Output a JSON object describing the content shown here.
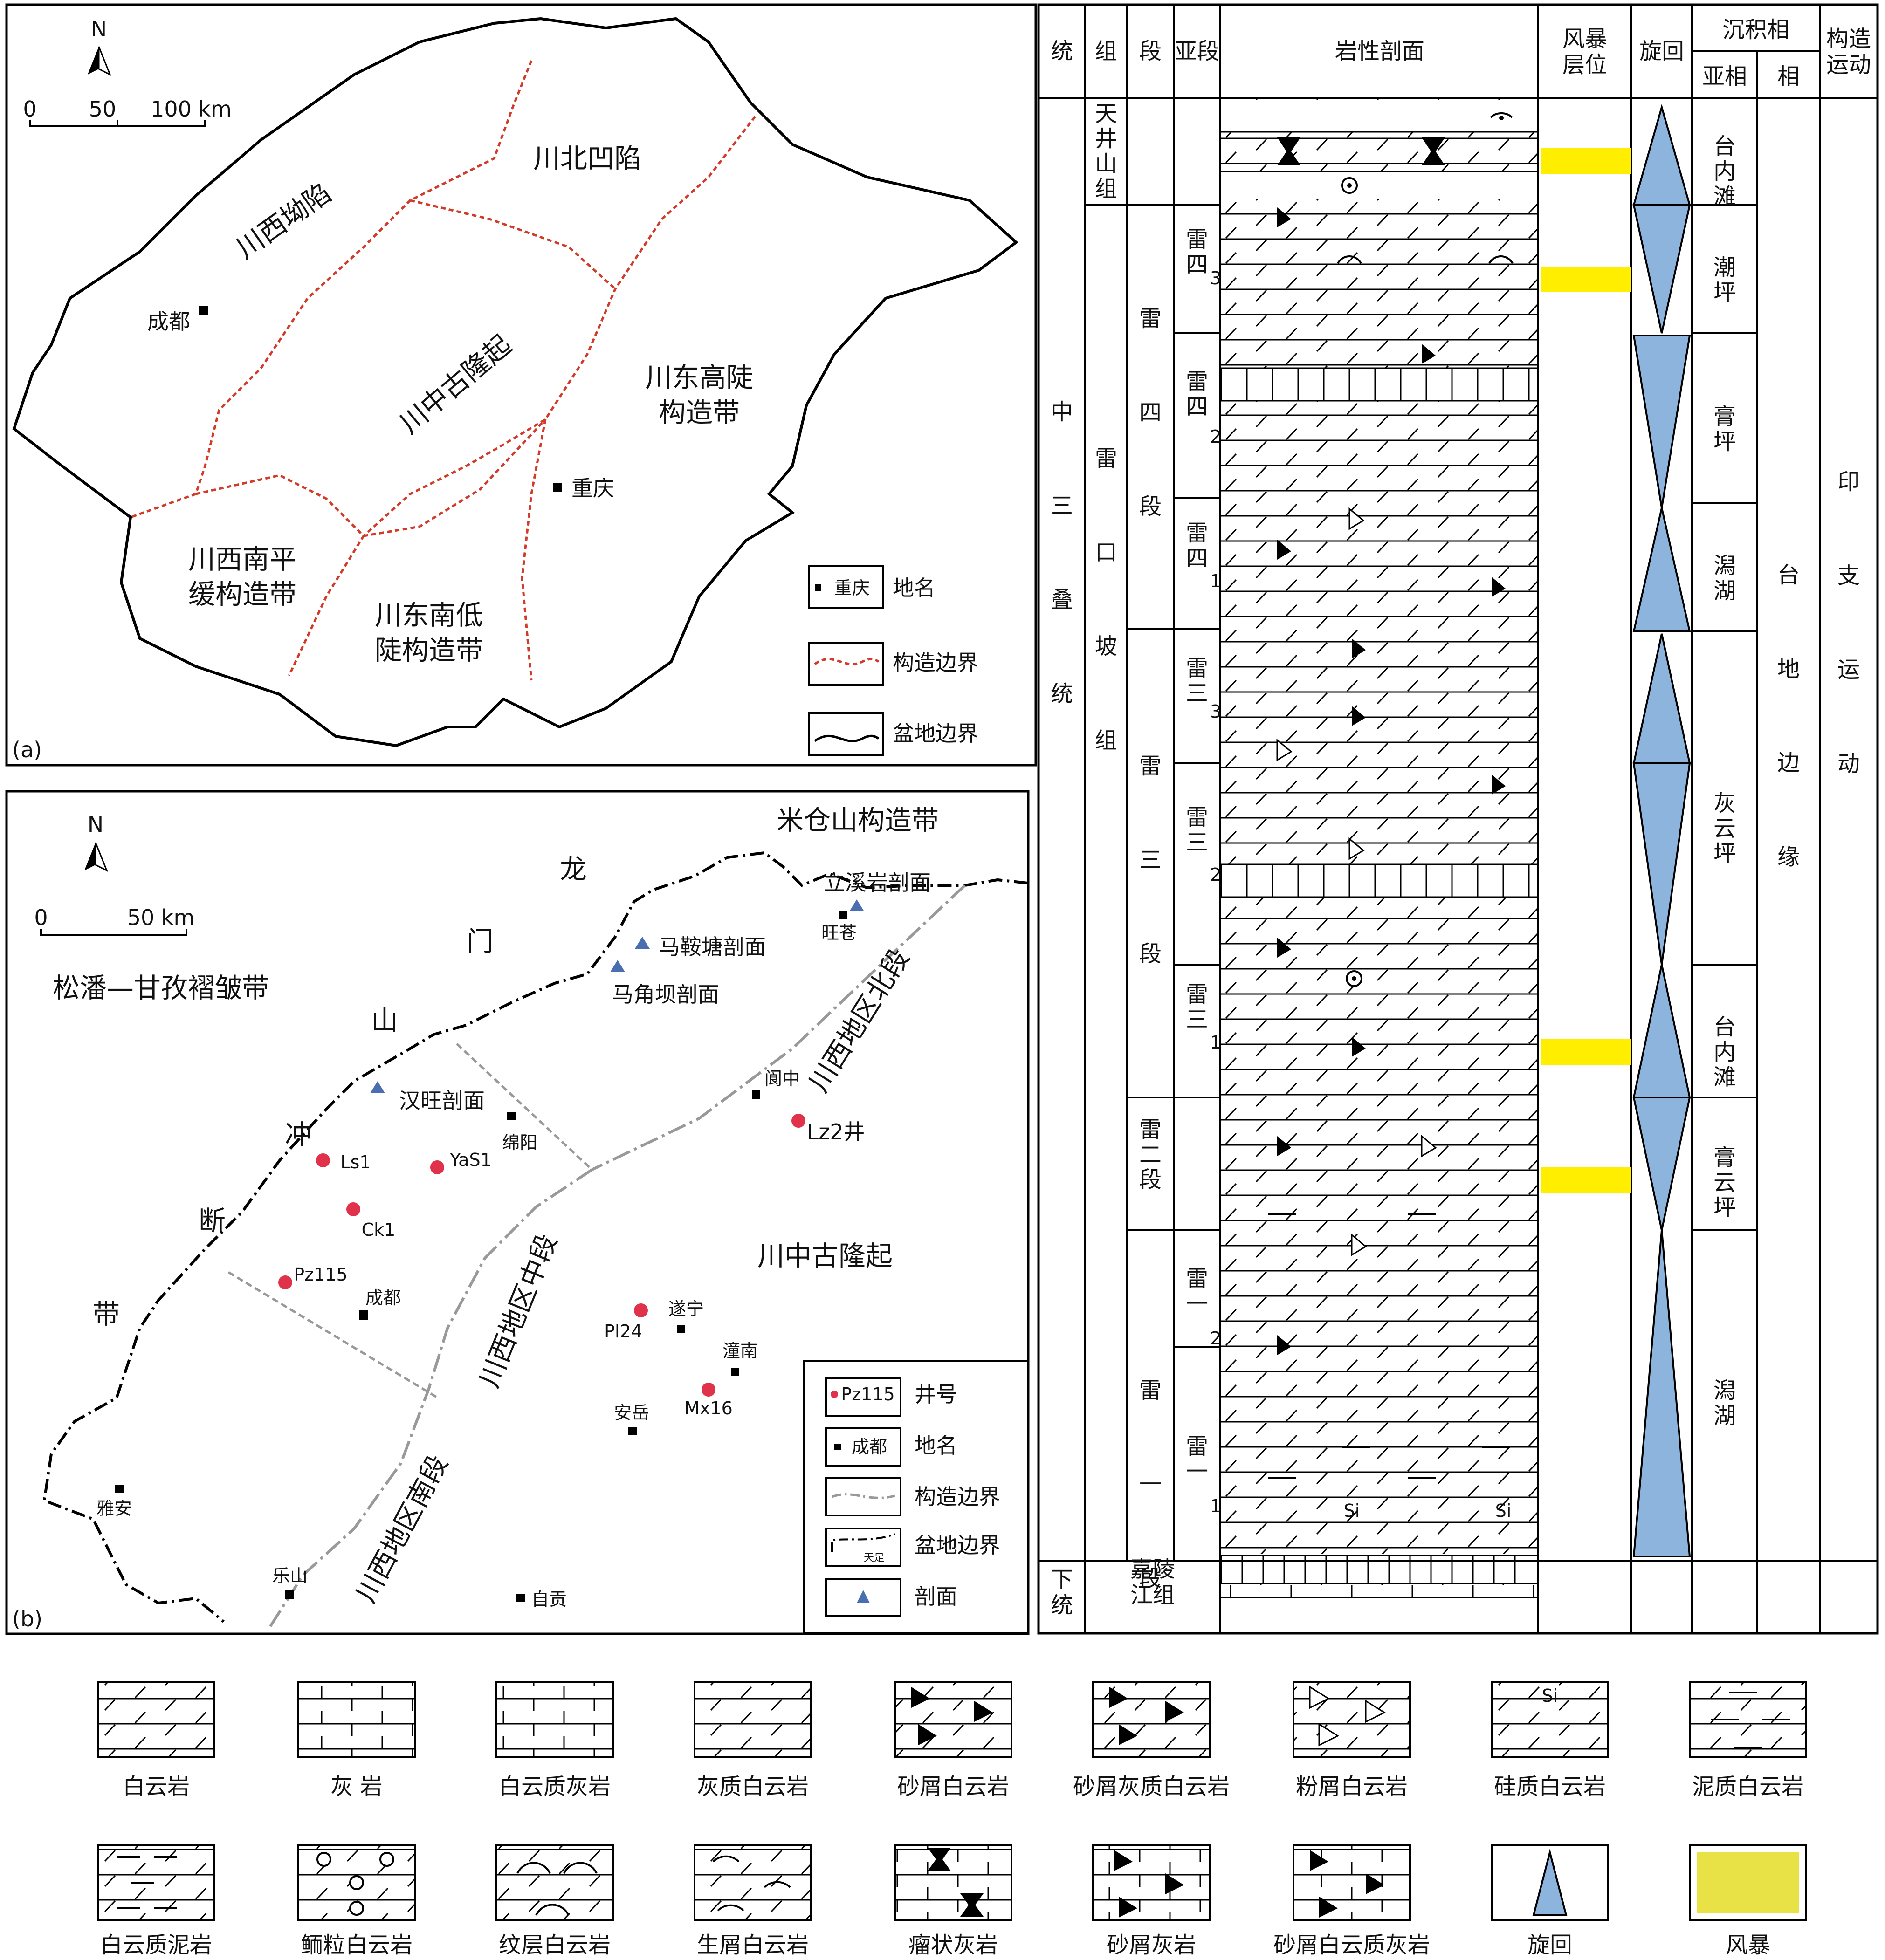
{
  "panel_a": {
    "north": "N",
    "scale_ticks": [
      "0",
      "50",
      "100 km"
    ],
    "regions": [
      "川北凹陷",
      "川西坳陷",
      "川中古隆起",
      "川东高陡",
      "构造带",
      "川西南平",
      "缓构造带",
      "川东南低",
      "陡构造带"
    ],
    "cities": [
      "成都",
      "重庆"
    ],
    "legend": [
      {
        "sample": "重庆",
        "label": "地名"
      },
      {
        "sample": "",
        "label": "构造边界"
      },
      {
        "sample": "",
        "label": "盆地边界"
      }
    ],
    "tag": "(a)",
    "colors": {
      "structure_boundary": "#d23a2a",
      "basin_boundary": "#000000"
    }
  },
  "panel_b": {
    "north": "N",
    "scale_ticks": [
      "0",
      "50 km"
    ],
    "belts": [
      "米仓山构造带",
      "松潘—甘孜褶皱带",
      "龙",
      "门",
      "山",
      "冲",
      "断",
      "带",
      "川中古隆起"
    ],
    "segments": [
      "川西地区北段",
      "川西地区中段",
      "川西地区南段"
    ],
    "sections": [
      "立溪岩剖面",
      "马鞍塘剖面",
      "马角坝剖面",
      "汉旺剖面"
    ],
    "wells": [
      "Ls1",
      "YaS1",
      "Ck1",
      "Pz115",
      "Lz2井",
      "Pl24",
      "Mx16"
    ],
    "cities": [
      "旺苍",
      "绵阳",
      "阆中",
      "成都",
      "遂宁",
      "潼南",
      "安岳",
      "雅安",
      "乐山",
      "自贡"
    ],
    "legend": [
      {
        "sample": "Pz115",
        "label": "井号"
      },
      {
        "sample": "成都",
        "label": "地名"
      },
      {
        "sample": "",
        "label": "构造边界"
      },
      {
        "sample": "天足",
        "label": "盆地边界"
      },
      {
        "sample": "",
        "label": "剖面"
      }
    ],
    "tag": "(b)",
    "colors": {
      "well": "#e0324b",
      "section": "#4a6fb0",
      "structure_boundary": "#999999"
    }
  },
  "column": {
    "headers": {
      "tong": "统",
      "zu": "组",
      "duan": "段",
      "yaduan": "亚段",
      "lithology": "岩性剖面",
      "storm": "风暴层位",
      "cycle": "旋回",
      "facies": "沉积相",
      "subfacies": "亚相",
      "facies_col": "相",
      "tectonic": "构造运动"
    },
    "tong": [
      "中三叠统",
      "下统"
    ],
    "zu": [
      "天井山组",
      "雷口坡组",
      "嘉陵江组"
    ],
    "duan": [
      "雷四段",
      "雷三段",
      "雷二段",
      "雷一段"
    ],
    "yaduan": [
      {
        "name": "雷四",
        "sup": "3"
      },
      {
        "name": "雷四",
        "sup": "2"
      },
      {
        "name": "雷四",
        "sup": "1"
      },
      {
        "name": "雷三",
        "sup": "3"
      },
      {
        "name": "雷三",
        "sup": "2"
      },
      {
        "name": "雷三",
        "sup": "1"
      },
      {
        "name": "雷一",
        "sup": "2"
      },
      {
        "name": "雷一",
        "sup": "1"
      }
    ],
    "subfacies": [
      "台内滩",
      "潮坪",
      "膏坪",
      "潟湖",
      "灰云坪",
      "台内滩",
      "膏云坪",
      "潟湖"
    ],
    "facies": "台地边缘",
    "tectonic": "印支运动",
    "si_marks": [
      "Si",
      "Si"
    ],
    "colors": {
      "storm": "#ffee00",
      "cycle": "#8db4dc"
    }
  },
  "legend_bottom": [
    {
      "label": "白云岩"
    },
    {
      "label": "灰 岩"
    },
    {
      "label": "白云质灰岩"
    },
    {
      "label": "灰质白云岩"
    },
    {
      "label": "砂屑白云岩"
    },
    {
      "label": "砂屑灰质白云岩"
    },
    {
      "label": "粉屑白云岩"
    },
    {
      "label": "硅质白云岩"
    },
    {
      "label": "泥质白云岩"
    },
    {
      "label": "白云质泥岩"
    },
    {
      "label": "鲕粒白云岩"
    },
    {
      "label": "纹层白云岩"
    },
    {
      "label": "生屑白云岩"
    },
    {
      "label": "瘤状灰岩"
    },
    {
      "label": "砂屑灰岩"
    },
    {
      "label": "砂屑白云质灰岩"
    },
    {
      "label": "旋回"
    },
    {
      "label": "风暴"
    }
  ],
  "legend_si": "Si"
}
